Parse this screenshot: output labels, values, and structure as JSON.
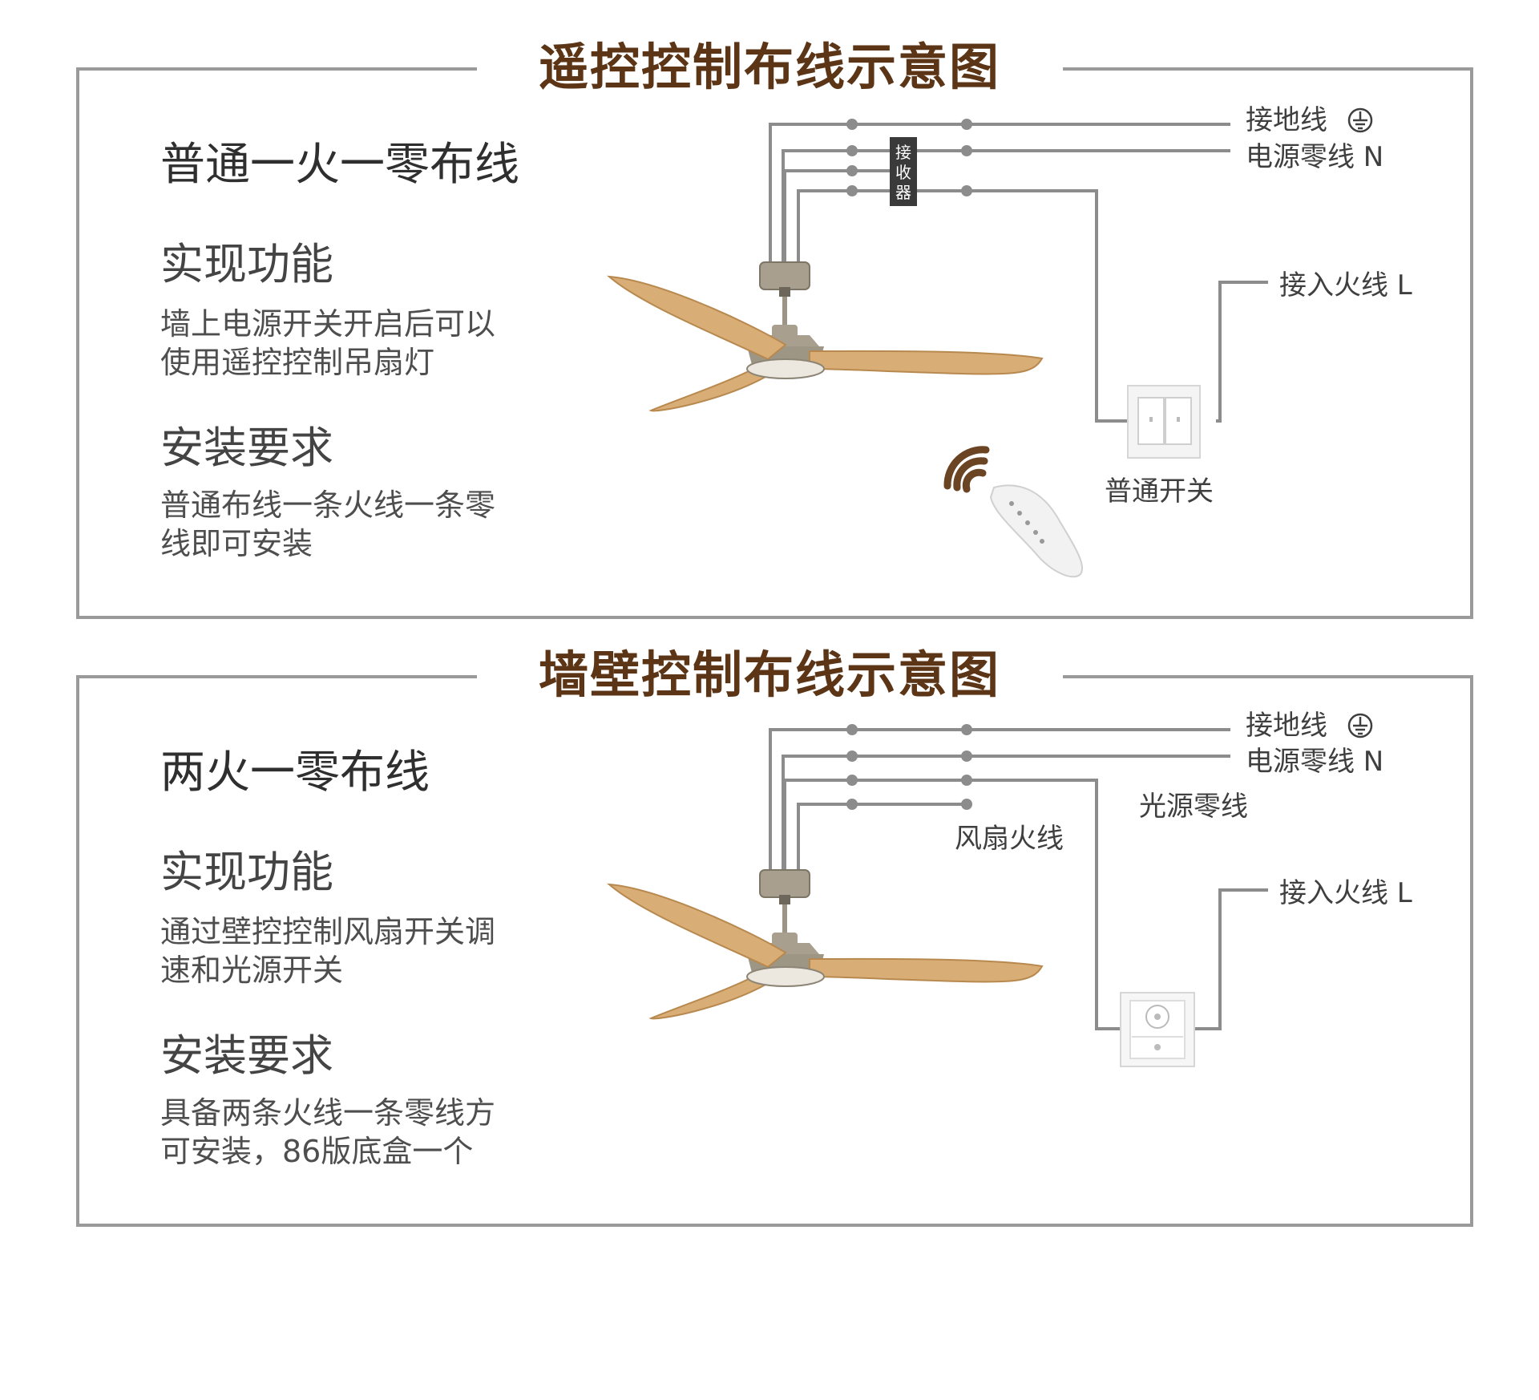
{
  "remote_diagram": {
    "heading": "遥控控制布线示意图",
    "subtitle": "普通一火一零布线",
    "function_title": "实现功能",
    "function_text_line1": "墙上电源开关开启后可以",
    "function_text_line2": "使用遥控控制吊扇灯",
    "install_title": "安装要求",
    "install_text_line1": "普通布线一条火线一条零",
    "install_text_line2": "线即可安装",
    "receiver_chars": [
      "接",
      "收",
      "器"
    ],
    "wire_labels": {
      "ground": "接地线",
      "neutral": "电源零线 N",
      "live_in": "接入火线 L",
      "switch": "普通开关"
    }
  },
  "wall_diagram": {
    "heading": "墙壁控制布线示意图",
    "subtitle": "两火一零布线",
    "function_title": "实现功能",
    "function_text_line1": "通过壁控控制风扇开关调",
    "function_text_line2": "速和光源开关",
    "install_title": "安装要求",
    "install_text_line1": "具备两条火线一条零线方",
    "install_text_line2": "可安装，86版底盒一个",
    "wire_labels": {
      "ground": "接地线",
      "neutral": "电源零线 N",
      "light_neutral": "光源零线",
      "fan_live": "风扇火线",
      "live_in": "接入火线 L"
    }
  },
  "colors": {
    "heading": "#5b3515",
    "frame": "#9a9a9a",
    "wire": "#8c8c8c",
    "wood": "#d9ad76",
    "metal": "#a89f8e",
    "remote_signal": "#6b4423"
  },
  "icons": [
    "ground-symbol-icon",
    "ceiling-fan-icon",
    "receiver-box-icon",
    "wall-switch-icon",
    "remote-control-icon",
    "signal-waves-icon",
    "wall-control-panel-icon"
  ]
}
